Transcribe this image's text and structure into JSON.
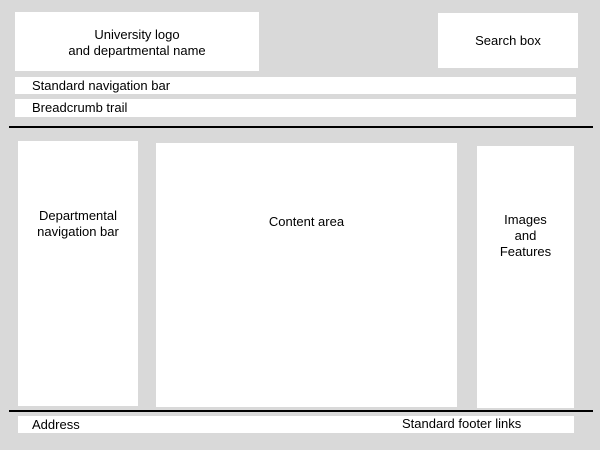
{
  "header": {
    "logo_label": "University logo\nand departmental name",
    "search_label": "Search box"
  },
  "nav": {
    "standard_label": "Standard navigation bar",
    "breadcrumb_label": "Breadcrumb trail"
  },
  "main": {
    "departmental_nav_label": "Departmental\nnavigation bar",
    "content_label": "Content area",
    "features_label": "Images\nand\nFeatures"
  },
  "footer": {
    "address_label": "Address",
    "links_label": "Standard footer links"
  },
  "colors": {
    "background": "#d9d9d9",
    "box": "#ffffff",
    "rule": "#000000"
  }
}
